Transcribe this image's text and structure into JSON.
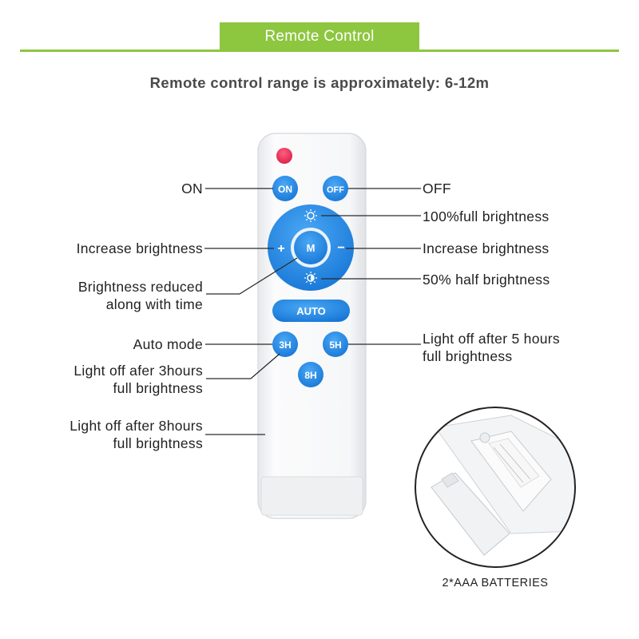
{
  "header": {
    "title": "Remote Control",
    "subtitle": "Remote control range is approximately: 6-12m"
  },
  "colors": {
    "accent_green": "#8dc63f",
    "button_blue": "#1e88e5",
    "power_red": "#e8315a",
    "remote_body": "#f4f5f7"
  },
  "remote": {
    "buttons": {
      "on": "ON",
      "off": "OFF",
      "plus": "+",
      "minus": "−",
      "mode": "M",
      "auto": "AUTO",
      "h3": "3H",
      "h5": "5H",
      "h8": "8H"
    },
    "icons": [
      "power-indicator-icon",
      "sun-icon",
      "half-sun-icon"
    ]
  },
  "labels": {
    "on": "ON",
    "off": "OFF",
    "full_brightness": "100%full brightness",
    "increase_left": "Increase brightness",
    "increase_right": "Increase brightness",
    "reduced_1": "Brightness reduced",
    "reduced_2": "along with time",
    "half_brightness": "50% half brightness",
    "auto_mode": "Auto mode",
    "off3_1": "Light off afer 3hours",
    "off3_2": "full brightness",
    "off5_1": "Light off after 5 hours",
    "off5_2": "full brightness",
    "off8_1": "Light off after 8hours",
    "off8_2": "full brightness"
  },
  "battery": {
    "caption": "2*AAA BATTERIES"
  }
}
